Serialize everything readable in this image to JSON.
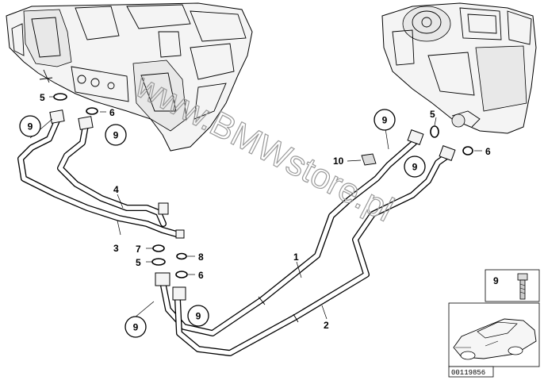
{
  "diagram": {
    "part_labels": [
      {
        "id": "label-1",
        "text": "1"
      },
      {
        "id": "label-2",
        "text": "2"
      },
      {
        "id": "label-3",
        "text": "3"
      },
      {
        "id": "label-4",
        "text": "4"
      },
      {
        "id": "label-5-top-left",
        "text": "5"
      },
      {
        "id": "label-5-mid",
        "text": "5"
      },
      {
        "id": "label-5-right",
        "text": "5"
      },
      {
        "id": "label-6-top-left",
        "text": "6"
      },
      {
        "id": "label-6-mid",
        "text": "6"
      },
      {
        "id": "label-6-right",
        "text": "6"
      },
      {
        "id": "label-7",
        "text": "7"
      },
      {
        "id": "label-8",
        "text": "8"
      },
      {
        "id": "label-10",
        "text": "10"
      }
    ],
    "circled_labels": [
      {
        "id": "circle-9-a",
        "text": "9"
      },
      {
        "id": "circle-9-b",
        "text": "9"
      },
      {
        "id": "circle-9-c",
        "text": "9"
      },
      {
        "id": "circle-9-d",
        "text": "9"
      },
      {
        "id": "circle-9-e",
        "text": "9"
      },
      {
        "id": "circle-9-f",
        "text": "9"
      }
    ],
    "inset": {
      "label": "9"
    },
    "watermark": "www.BMWstore.pl",
    "reference_number": "00119856"
  }
}
